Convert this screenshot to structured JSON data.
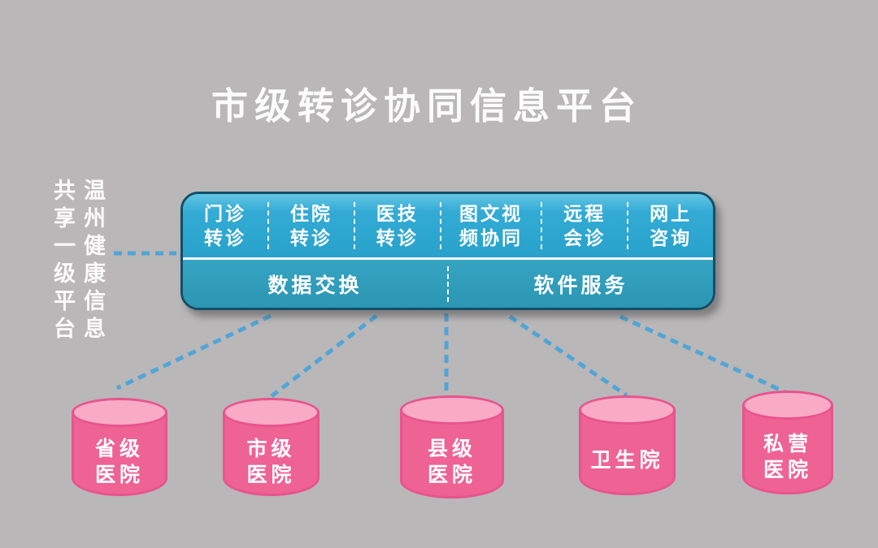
{
  "title": "市级转诊协同信息平台",
  "side_label": {
    "right_column": "温州健康信息",
    "left_column": "共享一级平台"
  },
  "platform": {
    "services": [
      {
        "lines": [
          "门诊",
          "转诊"
        ]
      },
      {
        "lines": [
          "住院",
          "转诊"
        ]
      },
      {
        "lines": [
          "医技",
          "转诊"
        ]
      },
      {
        "lines": [
          "图文视",
          "频协同"
        ]
      },
      {
        "lines": [
          "远程",
          "会诊"
        ]
      },
      {
        "lines": [
          "网上",
          "咨询"
        ]
      }
    ],
    "layers": [
      {
        "label": "数据交换"
      },
      {
        "label": "软件服务"
      }
    ]
  },
  "hospitals": [
    {
      "lines": [
        "省级",
        "医院"
      ]
    },
    {
      "lines": [
        "市级",
        "医院"
      ]
    },
    {
      "lines": [
        "县级",
        "医院"
      ]
    },
    {
      "lines": [
        "卫生院",
        ""
      ]
    },
    {
      "lines": [
        "私营",
        "医院"
      ]
    }
  ],
  "colors": {
    "background": "#b9b7b8",
    "platform_top": "#2ba6d0",
    "platform_bottom": "#2d9bba",
    "platform_border": "#114e68",
    "connector": "#3fa3dc",
    "cylinder_body": "#ee6294",
    "cylinder_top_face": "#f9abc6",
    "cylinder_border": "#e8548c",
    "text": "#ffffff"
  }
}
